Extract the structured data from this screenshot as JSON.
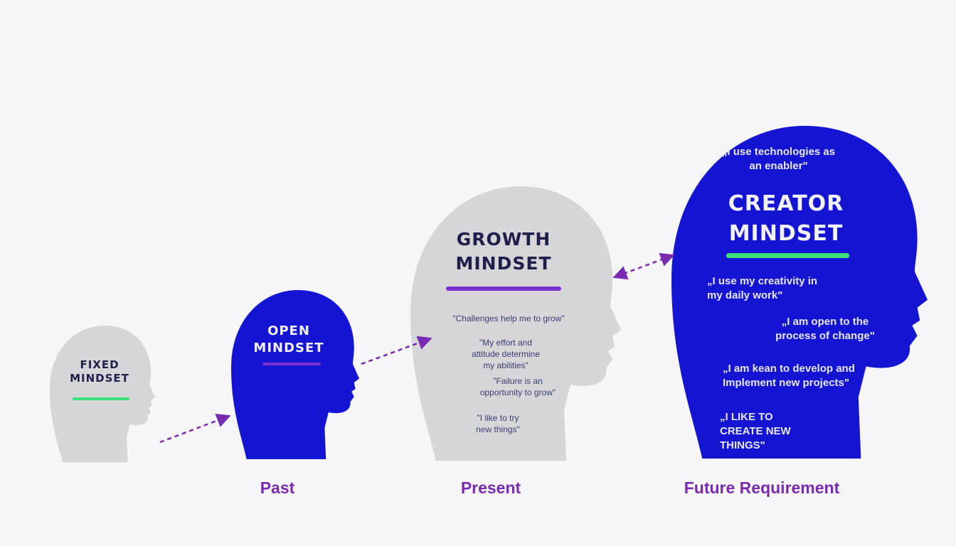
{
  "colors": {
    "blue": "#1414d2",
    "grey": "#d6d6d8",
    "purple": "#7a2ab0",
    "green": "#3ee07a",
    "violet": "#7b2fd0"
  },
  "heads": {
    "fixed": {
      "title_line1": "FIXED",
      "title_line2": "MINDSET"
    },
    "open": {
      "title_line1": "OPEN",
      "title_line2": "MINDSET"
    },
    "growth": {
      "title_line1": "GROWTH",
      "title_line2": "MINDSET",
      "quotes": [
        "\"Challenges help me to grow\"",
        "\"My effort and attitude determine my abilities\"",
        "\"Failure is an opportunity to grow\"",
        "\"I like to try new things\""
      ]
    },
    "creator": {
      "title_line1": "CREATOR",
      "title_line2": "MINDSET",
      "quote_top": "„I use technologies as an enabler\"",
      "quotes": [
        "„I use my creativity in my daily work\"",
        "„I am open to the process of change\"",
        "„I am kean to develop and Implement new projects\"",
        "„I LIKE TO CREATE NEW THINGS\""
      ]
    }
  },
  "labels": {
    "past": "Past",
    "present": "Present",
    "future": "Future Requirement"
  }
}
